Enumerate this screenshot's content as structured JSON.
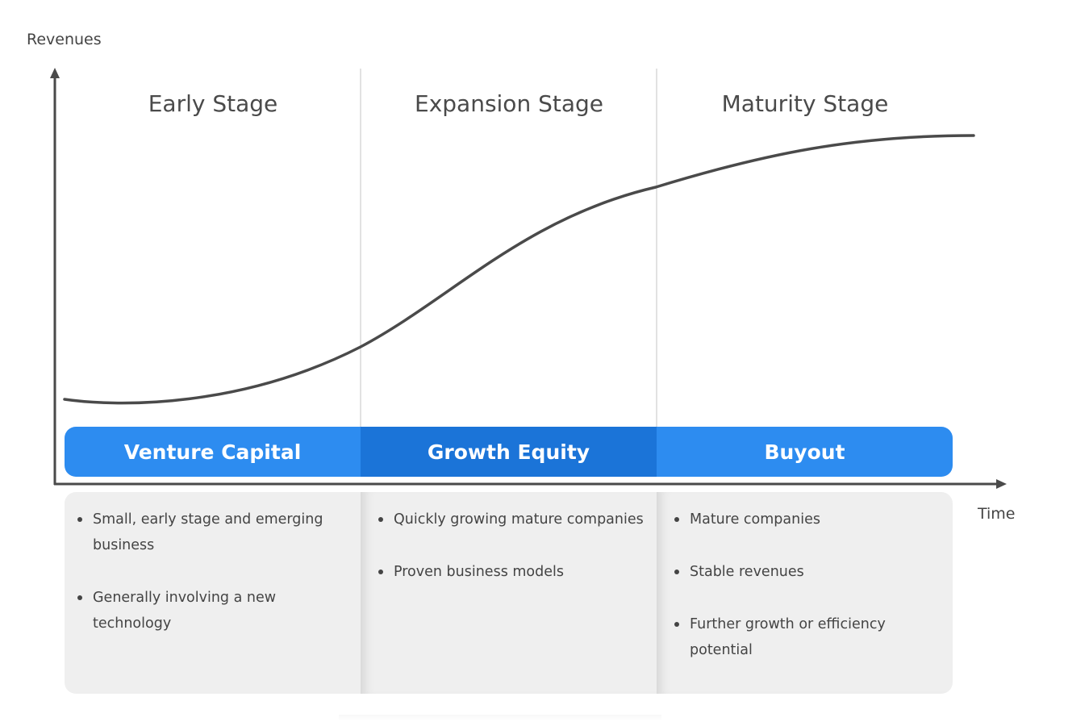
{
  "axes": {
    "y_label": "Revenues",
    "x_label": "Time"
  },
  "stages": [
    {
      "title": "Early Stage",
      "financing": "Venture Capital",
      "band_color": "#2d8cf0",
      "bullets": [
        "Small, early stage and emerging business",
        "Generally involving a new technology"
      ]
    },
    {
      "title": "Expansion Stage",
      "financing": "Growth Equity",
      "band_color": "#1b74d8",
      "bullets": [
        "Quickly growing mature companies",
        "Proven business models"
      ]
    },
    {
      "title": "Maturity Stage",
      "financing": "Buyout",
      "band_color": "#2d8cf0",
      "bullets": [
        "Mature companies",
        "Stable revenues",
        "Further growth or efficiency potential"
      ]
    }
  ],
  "curve": {
    "type": "s-curve",
    "description": "Revenue growth S-curve rising from low (early stage) through steep growth (expansion) to plateau (maturity)",
    "stroke_color": "#4a4a4a"
  },
  "colors": {
    "axis": "#4a4a4a",
    "divider": "#e2e2e2",
    "panel_bg": "#efefef",
    "text": "#444444"
  }
}
